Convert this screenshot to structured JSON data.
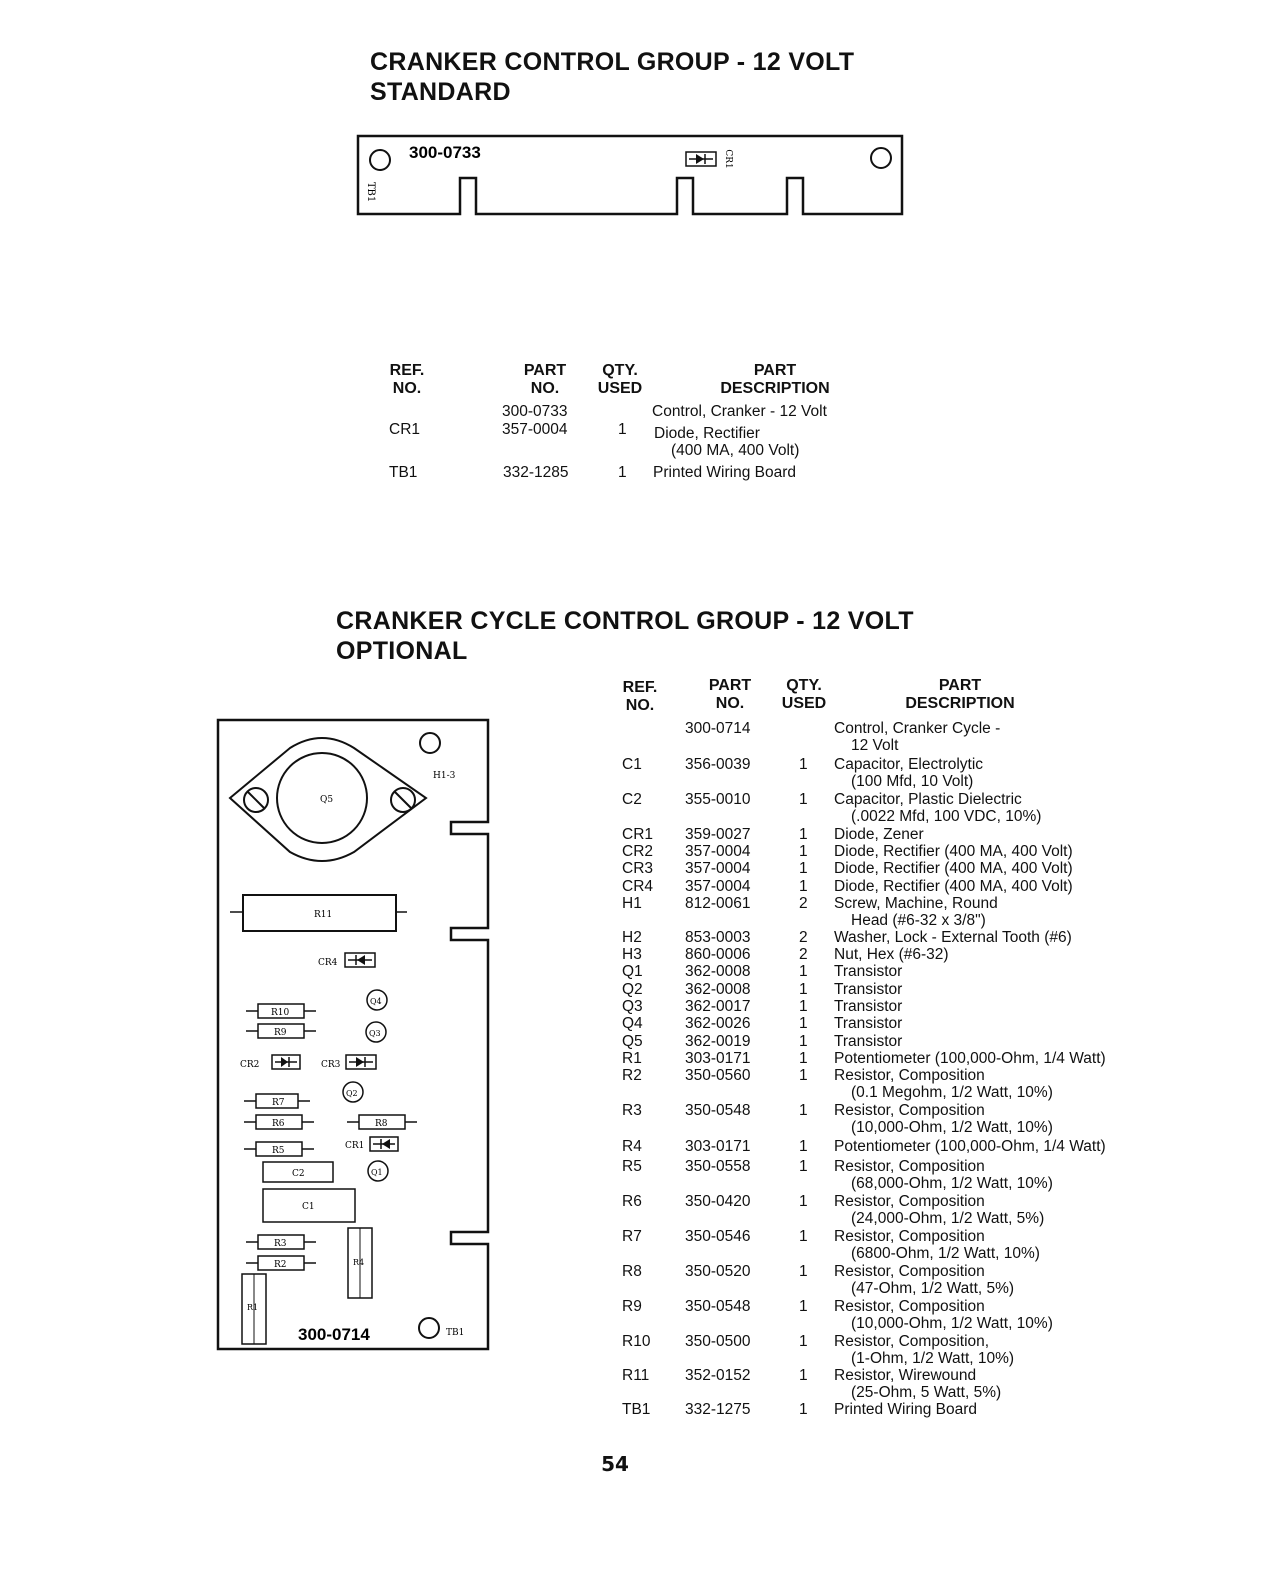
{
  "section1": {
    "title_line1": "CRANKER CONTROL GROUP - 12 VOLT",
    "title_line2": "STANDARD",
    "board": {
      "part_label": "300-0733",
      "tb_label": "TB1",
      "cr_label": "CR1"
    },
    "headers": {
      "ref": [
        "REF.",
        "NO."
      ],
      "part": [
        "PART",
        "NO."
      ],
      "qty": [
        "QTY.",
        "USED"
      ],
      "desc": [
        "PART",
        "DESCRIPTION"
      ]
    },
    "rows": [
      {
        "ref": "",
        "part": "300-0733",
        "qty": "",
        "desc": [
          "Control, Cranker - 12 Volt"
        ]
      },
      {
        "ref": "CR1",
        "part": "357-0004",
        "qty": "1",
        "desc": [
          "Diode, Rectifier",
          "(400 MA, 400 Volt)"
        ]
      },
      {
        "ref": "TB1",
        "part": "332-1285",
        "qty": "1",
        "desc": [
          "Printed Wiring Board"
        ]
      }
    ]
  },
  "section2": {
    "title_line1": "CRANKER CYCLE CONTROL GROUP - 12 VOLT",
    "title_line2": "OPTIONAL",
    "board": {
      "part_label": "300-0714",
      "labels": {
        "h13": "H1-3",
        "q5": "Q5",
        "r11": "R11",
        "cr4": "CR4",
        "r10": "R10",
        "r9": "R9",
        "q4": "Q4",
        "q3": "Q3",
        "cr2": "CR2",
        "cr3": "CR3",
        "q2": "Q2",
        "r7": "R7",
        "r6": "R6",
        "r8": "R8",
        "r5": "R5",
        "cr1": "CR1",
        "c2": "C2",
        "q1": "Q1",
        "c1": "C1",
        "r3": "R3",
        "r2": "R2",
        "r4": "R4",
        "r1": "R1",
        "tb1": "TB1"
      }
    },
    "headers": {
      "ref": [
        "REF.",
        "NO."
      ],
      "part": [
        "PART",
        "NO."
      ],
      "qty": [
        "QTY.",
        "USED"
      ],
      "desc": [
        "PART",
        "DESCRIPTION"
      ]
    },
    "rows": [
      {
        "ref": "",
        "part": "300-0714",
        "qty": "",
        "desc": [
          "Control, Cranker Cycle -",
          "12 Volt"
        ]
      },
      {
        "ref": "C1",
        "part": "356-0039",
        "qty": "1",
        "desc": [
          "Capacitor, Electrolytic",
          "(100 Mfd, 10 Volt)"
        ]
      },
      {
        "ref": "C2",
        "part": "355-0010",
        "qty": "1",
        "desc": [
          "Capacitor, Plastic Dielectric",
          "(.0022 Mfd, 100 VDC, 10%)"
        ]
      },
      {
        "ref": "CR1",
        "part": "359-0027",
        "qty": "1",
        "desc": [
          "Diode, Zener"
        ]
      },
      {
        "ref": "CR2",
        "part": "357-0004",
        "qty": "1",
        "desc": [
          "Diode, Rectifier (400 MA, 400 Volt)"
        ]
      },
      {
        "ref": "CR3",
        "part": "357-0004",
        "qty": "1",
        "desc": [
          "Diode, Rectifier (400 MA, 400 Volt)"
        ]
      },
      {
        "ref": "CR4",
        "part": "357-0004",
        "qty": "1",
        "desc": [
          "Diode, Rectifier (400 MA, 400 Volt)"
        ]
      },
      {
        "ref": "H1",
        "part": "812-0061",
        "qty": "2",
        "desc": [
          "Screw, Machine, Round",
          "Head (#6-32 x 3/8\")"
        ]
      },
      {
        "ref": "H2",
        "part": "853-0003",
        "qty": "2",
        "desc": [
          "Washer, Lock - External Tooth (#6)"
        ]
      },
      {
        "ref": "H3",
        "part": "860-0006",
        "qty": "2",
        "desc": [
          "Nut, Hex (#6-32)"
        ]
      },
      {
        "ref": "Q1",
        "part": "362-0008",
        "qty": "1",
        "desc": [
          "Transistor"
        ]
      },
      {
        "ref": "Q2",
        "part": "362-0008",
        "qty": "1",
        "desc": [
          "Transistor"
        ]
      },
      {
        "ref": "Q3",
        "part": "362-0017",
        "qty": "1",
        "desc": [
          "Transistor"
        ]
      },
      {
        "ref": "Q4",
        "part": "362-0026",
        "qty": "1",
        "desc": [
          "Transistor"
        ]
      },
      {
        "ref": "Q5",
        "part": "362-0019",
        "qty": "1",
        "desc": [
          "Transistor"
        ]
      },
      {
        "ref": "R1",
        "part": "303-0171",
        "qty": "1",
        "desc": [
          "Potentiometer (100,000-Ohm, 1/4 Watt)"
        ]
      },
      {
        "ref": "R2",
        "part": "350-0560",
        "qty": "1",
        "desc": [
          "Resistor, Composition",
          "(0.1 Megohm, 1/2 Watt, 10%)"
        ]
      },
      {
        "ref": "R3",
        "part": "350-0548",
        "qty": "1",
        "desc": [
          "Resistor, Composition",
          "(10,000-Ohm, 1/2 Watt, 10%)"
        ]
      },
      {
        "ref": "R4",
        "part": "303-0171",
        "qty": "1",
        "desc": [
          "Potentiometer (100,000-Ohm, 1/4 Watt)"
        ]
      },
      {
        "ref": "R5",
        "part": "350-0558",
        "qty": "1",
        "desc": [
          "Resistor, Composition",
          "(68,000-Ohm, 1/2 Watt, 10%)"
        ]
      },
      {
        "ref": "R6",
        "part": "350-0420",
        "qty": "1",
        "desc": [
          "Resistor, Composition",
          "(24,000-Ohm, 1/2 Watt, 5%)"
        ]
      },
      {
        "ref": "R7",
        "part": "350-0546",
        "qty": "1",
        "desc": [
          "Resistor, Composition",
          "(6800-Ohm, 1/2 Watt, 10%)"
        ]
      },
      {
        "ref": "R8",
        "part": "350-0520",
        "qty": "1",
        "desc": [
          "Resistor, Composition",
          "(47-Ohm, 1/2 Watt, 5%)"
        ]
      },
      {
        "ref": "R9",
        "part": "350-0548",
        "qty": "1",
        "desc": [
          "Resistor, Composition",
          "(10,000-Ohm, 1/2 Watt, 10%)"
        ]
      },
      {
        "ref": "R10",
        "part": "350-0500",
        "qty": "1",
        "desc": [
          "Resistor, Composition,",
          "(1-Ohm, 1/2 Watt, 10%)"
        ]
      },
      {
        "ref": "R11",
        "part": "352-0152",
        "qty": "1",
        "desc": [
          "Resistor, Wirewound",
          "(25-Ohm, 5 Watt, 5%)"
        ]
      },
      {
        "ref": "TB1",
        "part": "332-1275",
        "qty": "1",
        "desc": [
          "Printed Wiring Board"
        ]
      }
    ]
  },
  "page_number": "54"
}
